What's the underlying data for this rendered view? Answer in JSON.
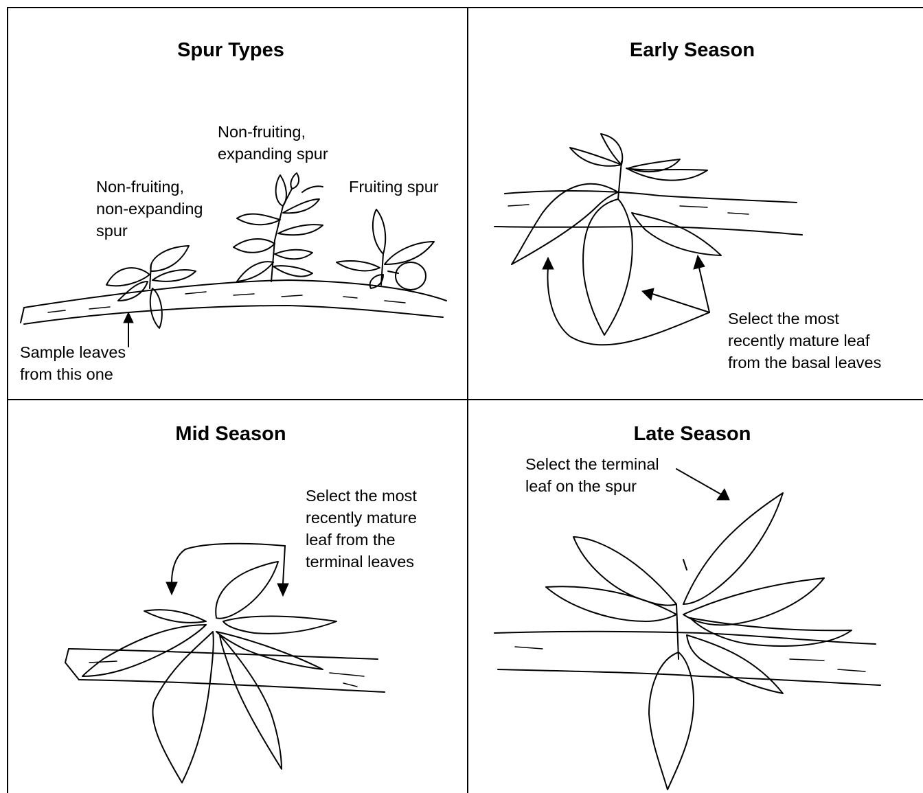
{
  "panels": {
    "spur_types": {
      "title": "Spur Types",
      "label_non_expanding": "Non-fruiting,\nnon-expanding\nspur",
      "label_expanding": "Non-fruiting,\nexpanding spur",
      "label_fruiting": "Fruiting spur",
      "label_sample": "Sample leaves\nfrom this one"
    },
    "early_season": {
      "title": "Early Season",
      "label_select": "Select the most\nrecently mature leaf\nfrom the basal leaves"
    },
    "mid_season": {
      "title": "Mid Season",
      "label_select": "Select the most\nrecently mature\nleaf from the\nterminal leaves"
    },
    "late_season": {
      "title": "Late Season",
      "label_select": "Select the terminal\nleaf on the spur"
    }
  }
}
